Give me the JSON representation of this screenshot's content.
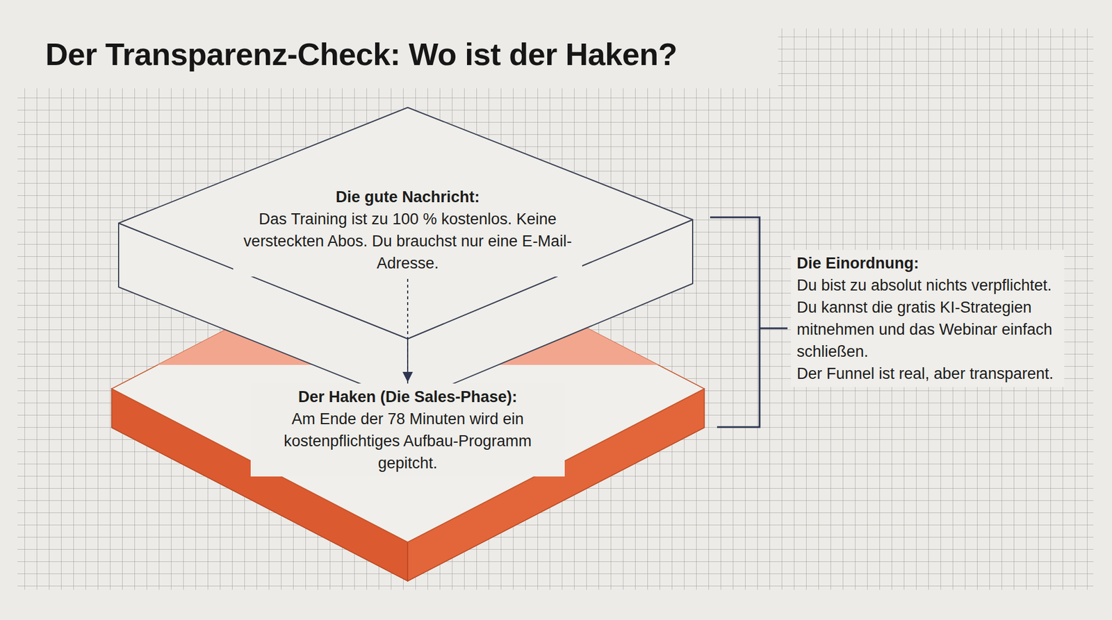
{
  "diagram": {
    "title": "Der Transparenz-Check: Wo ist der Haken?",
    "nodes": [
      {
        "text": [
          "Die gute Nachricht:",
          "Das Training ist zu 100 % kostenlos. Keine versteckten Abos. Du brauchst nur eine E-Mail-Adresse."
        ]
      },
      {
        "text": [
          "Der Haken (Die Sales-Phase):",
          "Am Ende der 78 Minuten wird ein kostenpflichtiges Aufbau-Programm gepitcht."
        ]
      },
      {
        "text": [
          "Die Einordnung:",
          "Du bist zu absolut nichts verpflichtet. Du kannst die gratis KI-Strategien mitnehmen und das Webinar einfach schließen.",
          "Der Funnel ist real, aber transparent."
        ]
      }
    ],
    "edges": [
      {
        "from": 0,
        "to": 1,
        "arrow": "to"
      }
    ]
  }
}
